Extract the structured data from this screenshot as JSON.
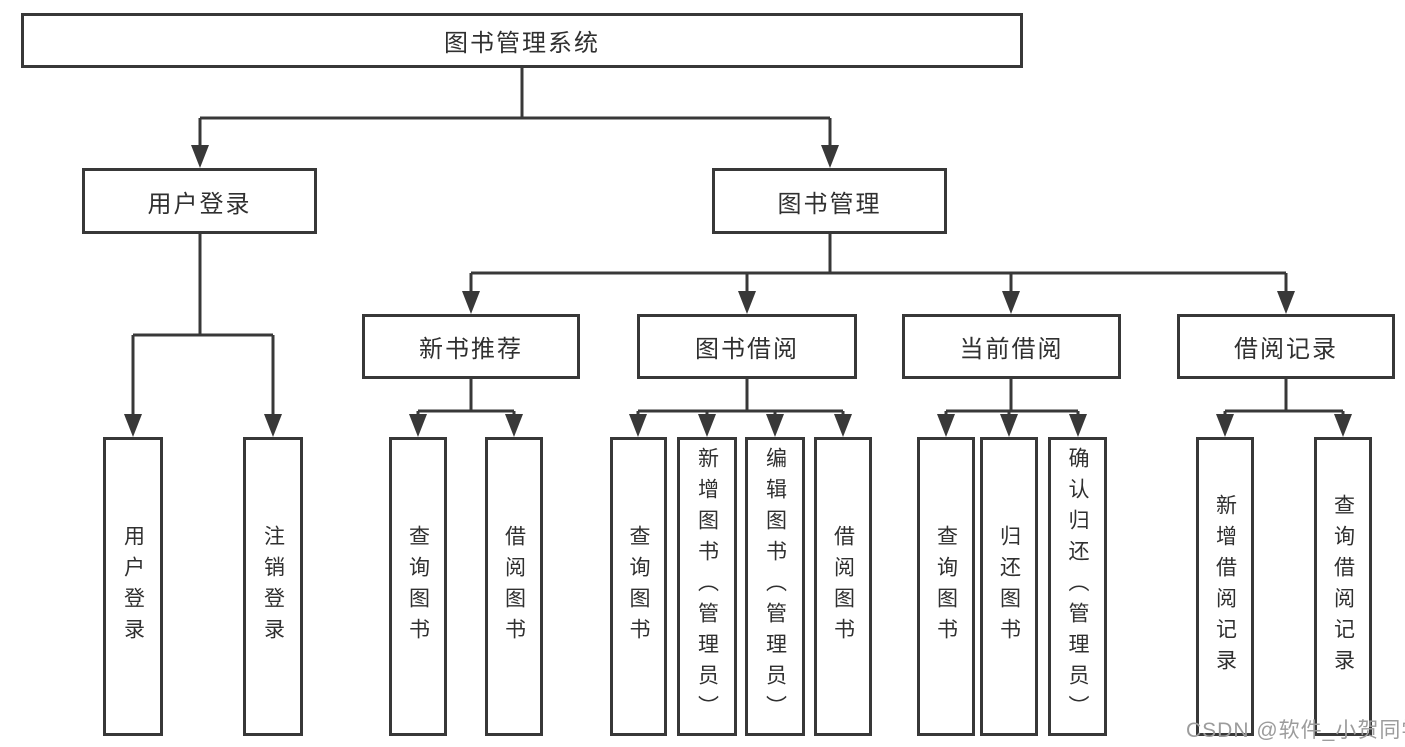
{
  "diagram": {
    "root": "图书管理系统",
    "level1": [
      "用户登录",
      "图书管理"
    ],
    "level2": [
      "新书推荐",
      "图书借阅",
      "当前借阅",
      "借阅记录"
    ],
    "children": {
      "user_login": [
        "用户登录",
        "注销登录"
      ],
      "new_books": [
        "查询图书",
        "借阅图书"
      ],
      "borrowing": [
        "查询图书",
        "新增图书（管理员）",
        "编辑图书（管理员）",
        "借阅图书"
      ],
      "current": [
        "查询图书",
        "归还图书",
        "确认归还（管理员）"
      ],
      "records": [
        "新增借阅记录",
        "查询借阅记录"
      ]
    }
  },
  "watermark": {
    "text": "CSDN @软件_小贺同学"
  },
  "colors": {
    "line": "#383838",
    "text": "#303030",
    "box_fill": "#ffffff",
    "watermark": "#9c9c9c",
    "background": "#ffffff"
  }
}
